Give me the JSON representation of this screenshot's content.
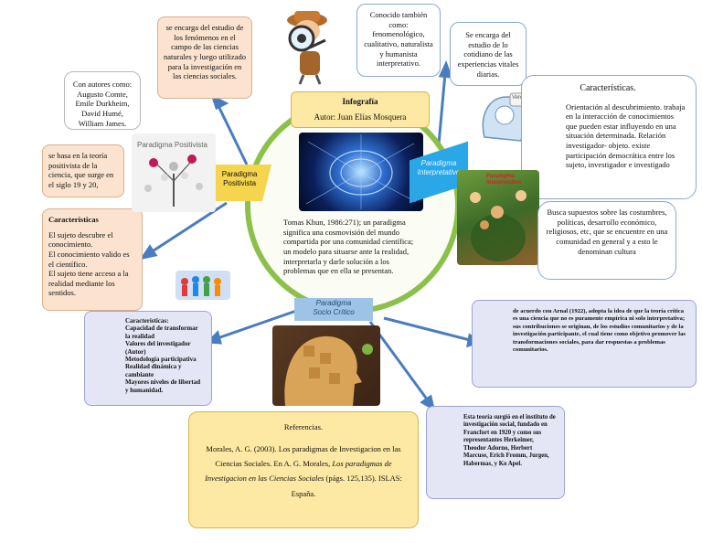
{
  "center": {
    "title": "Infografía",
    "author": "Autor: Juan Elías Mosquera",
    "definition": "Tomas Khun, 1986:271); un paradigma significa una cosmovisión del mundo compartida por una comunidad científica; un modelo para situarse ante la realidad, interpretarla y darle solución a los problemas que en ella se presentan."
  },
  "paradigms": {
    "positivista": "Paradigma Positivista",
    "interpretativo": "Paradigma Interpretativo",
    "critico": "Paradigma Socio Crítico"
  },
  "image_captions": {
    "positivista_img": "Paradigma Positivista",
    "crit_img": "Paradigma Socio Crítico",
    "verdad": "Verdad"
  },
  "positivista": {
    "estudio": "se encarga del estudio de los fenómenos en el campo de las ciencias naturales y luego utilizado para la investigación en las ciencias sociales.",
    "autores": "Con autores como: Augusto Comte, Emile Durkheim, David Humé, William James.",
    "teoria": "se basa en la teoría positivista de la ciencia, que surge en el siglo 19 y 20,",
    "car_title": "Características",
    "car_items": [
      "El sujeto descubre el conocimiento.",
      "El conocimiento valido es el científico.",
      "El sujeto tiene acceso a la realidad mediante los sentidos."
    ]
  },
  "interpretativo": {
    "conocido": "Conocido también como: fenomenológico, cualitativo, naturalista y humanista interpretativo.",
    "cotidiano": "Se encarga del estudio de lo cotidiano de las experiencias vitales diarias.",
    "car_title": "Características.",
    "car_text": "Orientación al descubrimiento. trabaja en la interacción de conocimientos que pueden estar influyendo en una situación determinada. Relación investigador- objeto. existe participación democrática entre los sujeto, investigador e investigado",
    "supuestos": "Busca supuestos sobre las costumbres, políticas, desarrollo económico, religiosos, etc, que se encuentre en una comunidad en general y a esto le denominan cultura"
  },
  "critico": {
    "car_title": "Características:",
    "car_items": [
      "Capacidad de transformar la realidad",
      "Valores del investigador (Autor)",
      "Metodología participativa",
      "Realidad dinámica y cambiante",
      "Mayores niveles de libertad y humanidad."
    ],
    "arnal": "de acuerdo con Arnal (1922), adopta la idea de que la teoría crítica es una ciencia que no es puramente empírica ni solo interpretativa; sus contribuciones se originan, de los estudios comunitarios y de la investigación participante, el cual tiene como objetivo promover las transformaciones sociales, para dar respuestas a problemas comunitarios.",
    "origen": "Esta teoría surgió en el instituto de investigación social, fundado en Francfort en 1920 y como sus representantes Herkeimer, Theodor Adorno, Herbert Marcuse, Erich Fromm, Jurgen, Habermas, y Ko Apel."
  },
  "referencias": {
    "title": "Referencias.",
    "text_a": "Morales, A. G. (2003). Los paradigmas de Investigacion en las Ciencias Sociales. En A. G. Morales,",
    "text_italic": "Los paradigmas de Investigacion en las Ciencias Sociales",
    "text_b": "(págs. 125,135). ISLAS: España."
  }
}
